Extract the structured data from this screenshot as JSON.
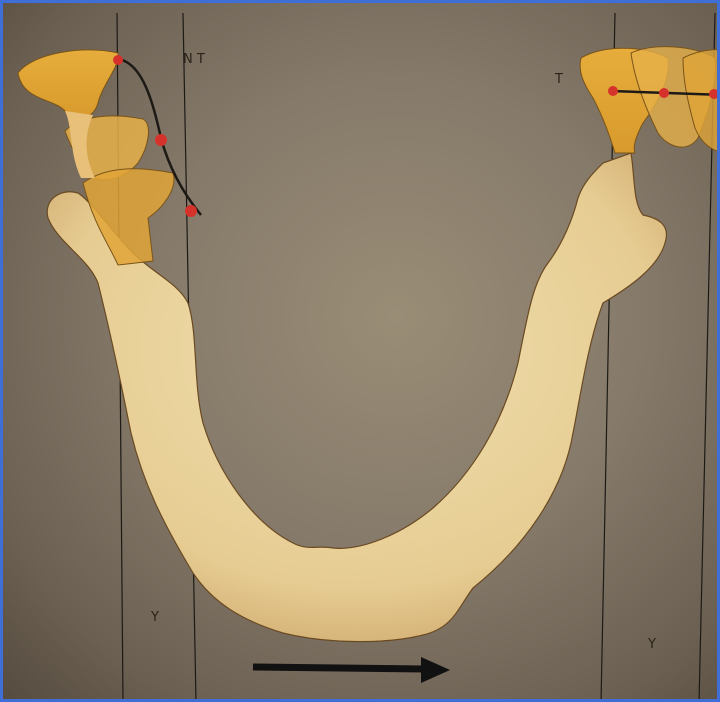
{
  "labels": {
    "nt": "N T",
    "t": "T",
    "y_left": "Y",
    "y_right": "Y"
  },
  "colors": {
    "bone_fill": "#e9d29c",
    "bone_edge": "#b88a4a",
    "condyle_fill": "#e0a93a",
    "marker": "#d6322c",
    "line": "#1d1a16",
    "frame_border": "#3f6fd6"
  },
  "icons": [
    "arrow-right-icon"
  ]
}
